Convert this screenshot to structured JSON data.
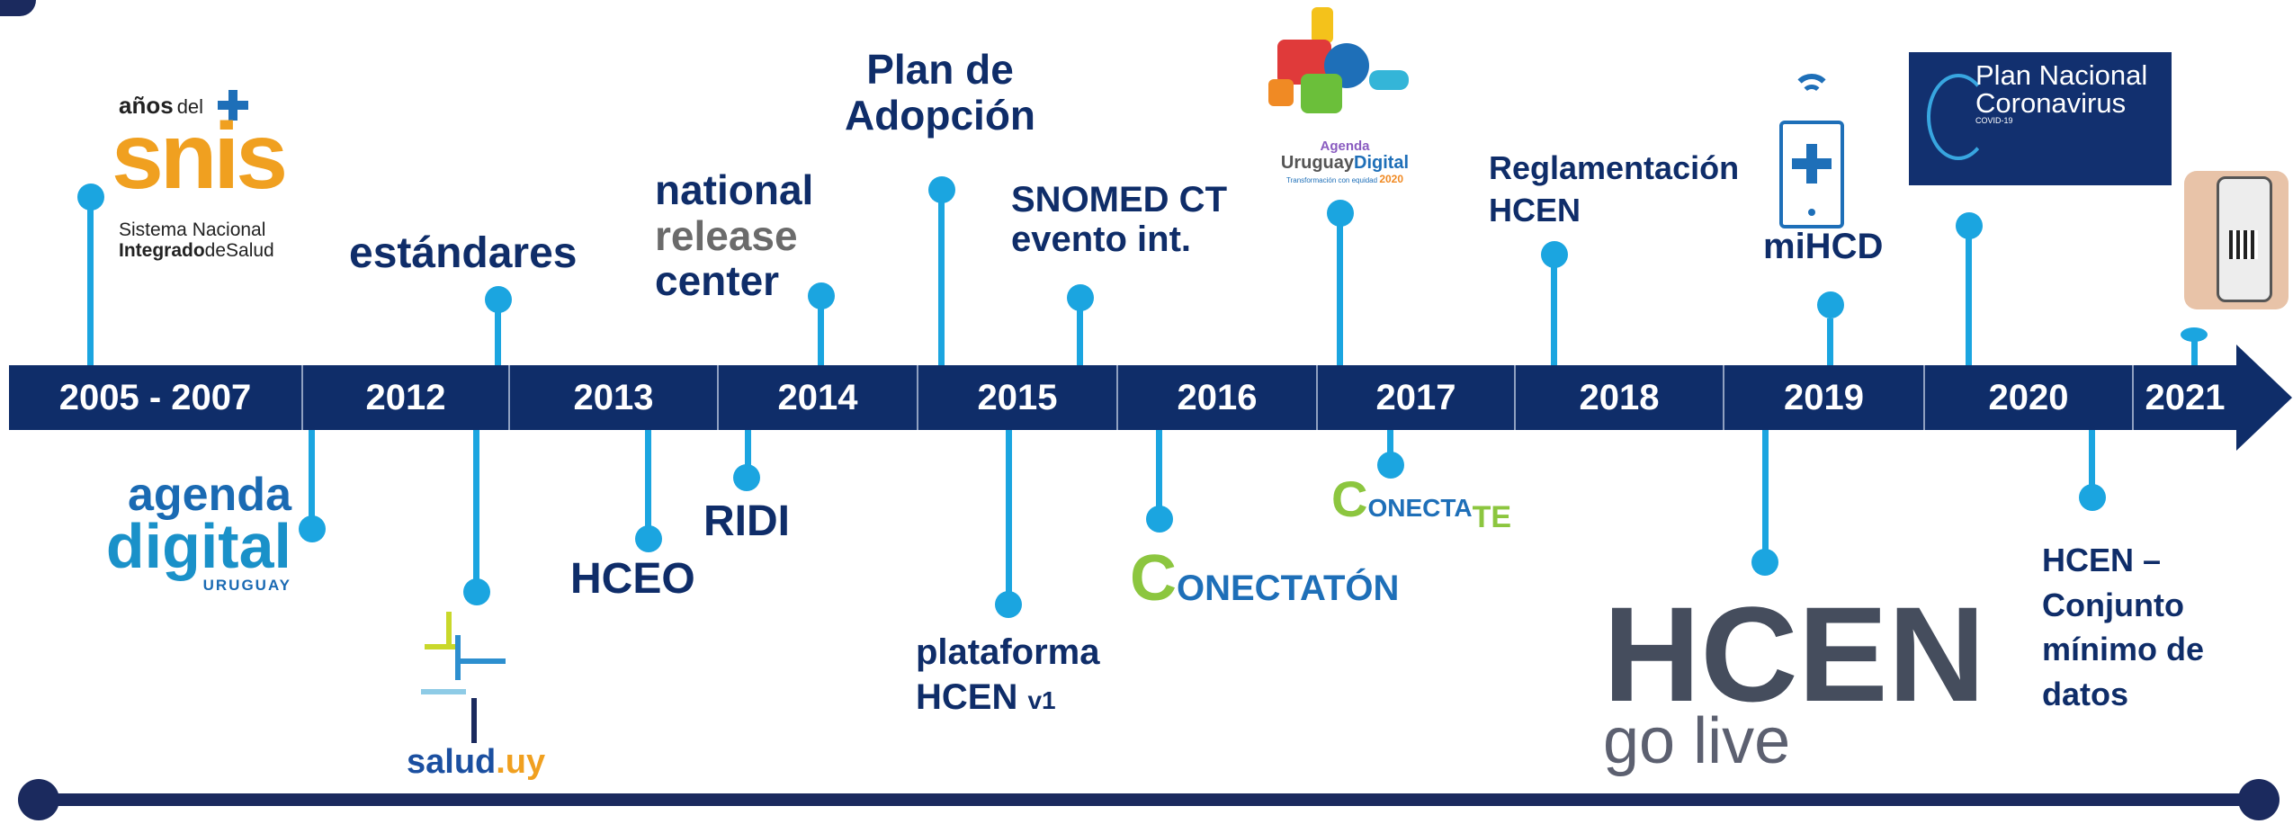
{
  "years": [
    "2005 - 2007",
    "2012",
    "2013",
    "2014",
    "2015",
    "2016",
    "2017",
    "2018",
    "2019",
    "2020",
    "2021"
  ],
  "above": {
    "snis": {
      "top": "años",
      "del": "del",
      "big": "snis",
      "line1": "Sistema Nacional",
      "line2a": "Integrado",
      "line2b": "de",
      "line2c": "Salud"
    },
    "estandares": "estándares",
    "national": [
      "national",
      "release",
      "center"
    ],
    "plan_adopcion": [
      "Plan de",
      "Adopción"
    ],
    "snomed": [
      "SNOMED CT",
      "evento int."
    ],
    "agenda_uy": {
      "small": "Agenda",
      "main1": "Uruguay",
      "main2": "Digital",
      "tag": "Transformación con equidad",
      "year": "2020"
    },
    "reglamentacion": [
      "Reglamentación",
      "HCEN"
    ],
    "mihcd": "miHCD",
    "plan_coronavirus": {
      "line1": "Plan Nacional",
      "line2": "Coronavirus",
      "small": "COVID-19"
    }
  },
  "below": {
    "agenda_digital": {
      "line1": "agenda",
      "line2": "digital",
      "line3": "URUGUAY"
    },
    "salud_uy": {
      "a": "salud",
      "b": ".uy"
    },
    "hceo": "HCEO",
    "ridi": "RIDI",
    "plataforma": {
      "line1": "plataforma",
      "line2": "HCEN",
      "v": "v1"
    },
    "conectaton": {
      "c": "C",
      "rest": "ONECTATÓN"
    },
    "conectate": {
      "c": "C",
      "rest": "ONECTA",
      "te": "TE"
    },
    "hcen_golive": {
      "big": "HCEN",
      "small": "go live"
    },
    "hcen_conjunto": [
      "HCEN –",
      "Conjunto",
      "mínimo de",
      "datos"
    ]
  },
  "colors": {
    "navy": "#0f2d69",
    "cyan": "#1ba5e0",
    "dark_bottom": "#1b2a5e",
    "gray_text": "#454d5d"
  }
}
